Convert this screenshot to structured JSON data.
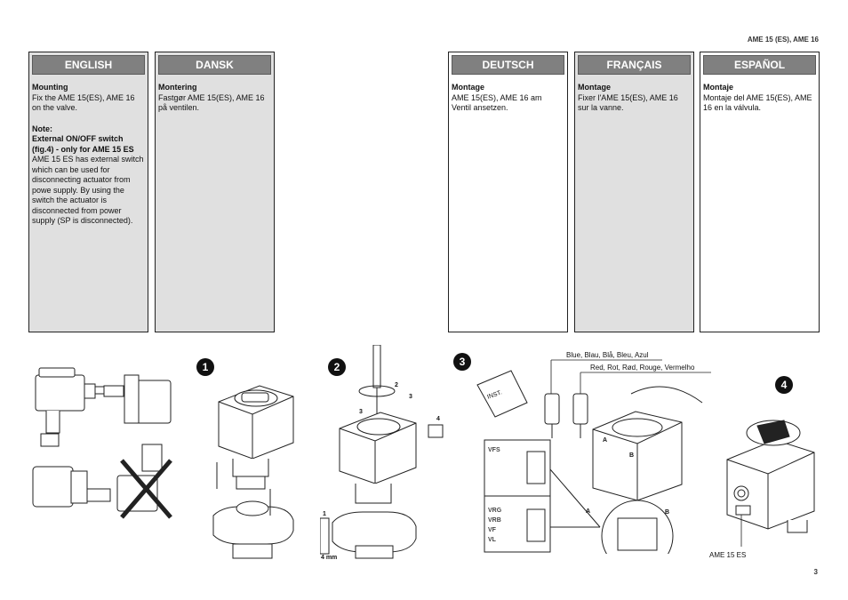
{
  "doc_ref": "AME 15 (ES), AME 16",
  "page_number": "3",
  "columns": [
    {
      "header": "ENGLISH",
      "heading": "Mounting",
      "text": "Fix the AME 15(ES), AME 16 on the valve.",
      "note_heading": "Note:",
      "note_subheading": "External ON/OFF switch (fig.4)  - only for AME 15 ES",
      "note_text": "AME 15 ES has external switch which can be used for disconnecting actuator from powe supply. By using the switch the actuator is disconnected from power supply (SP is disconnected)."
    },
    {
      "header": "DANSK",
      "heading": "Montering",
      "text": "Fastgør AME 15(ES), AME 16 på ventilen."
    },
    {
      "header": "DEUTSCH",
      "heading": "Montage",
      "text": "AME 15(ES), AME 16 am Ventil ansetzen."
    },
    {
      "header": "FRANÇAIS",
      "heading": "Montage",
      "text": "Fixer l'AME 15(ES), AME 16 sur la vanne."
    },
    {
      "header": "ESPAÑOL",
      "heading": "Montaje",
      "text": "Montaje del AME 15(ES), AME 16 en la válvula."
    }
  ],
  "figures": {
    "fig1_number": "1",
    "fig2_number": "2",
    "fig2_labels": {
      "l1": "1",
      "l2": "2",
      "l3a": "3",
      "l3b": "3",
      "l4": "4",
      "tool": "4 mm"
    },
    "fig3_number": "3",
    "fig3_wire_blue": "Blue, Blau, Blå, Bleu, Azul",
    "fig3_wire_red": "Red, Rot, Rød, Rouge, Vermelho",
    "fig3_inst": "INST.",
    "fig3_valve_top": "VFS",
    "fig3_valve_bottom": [
      "VRG",
      "VRB",
      "VF",
      "VL"
    ],
    "fig3_a": "A",
    "fig3_b": "B",
    "fig3_a2": "A",
    "fig3_b2": "B",
    "fig4_number": "4",
    "fig4_caption": "AME 15 ES"
  }
}
